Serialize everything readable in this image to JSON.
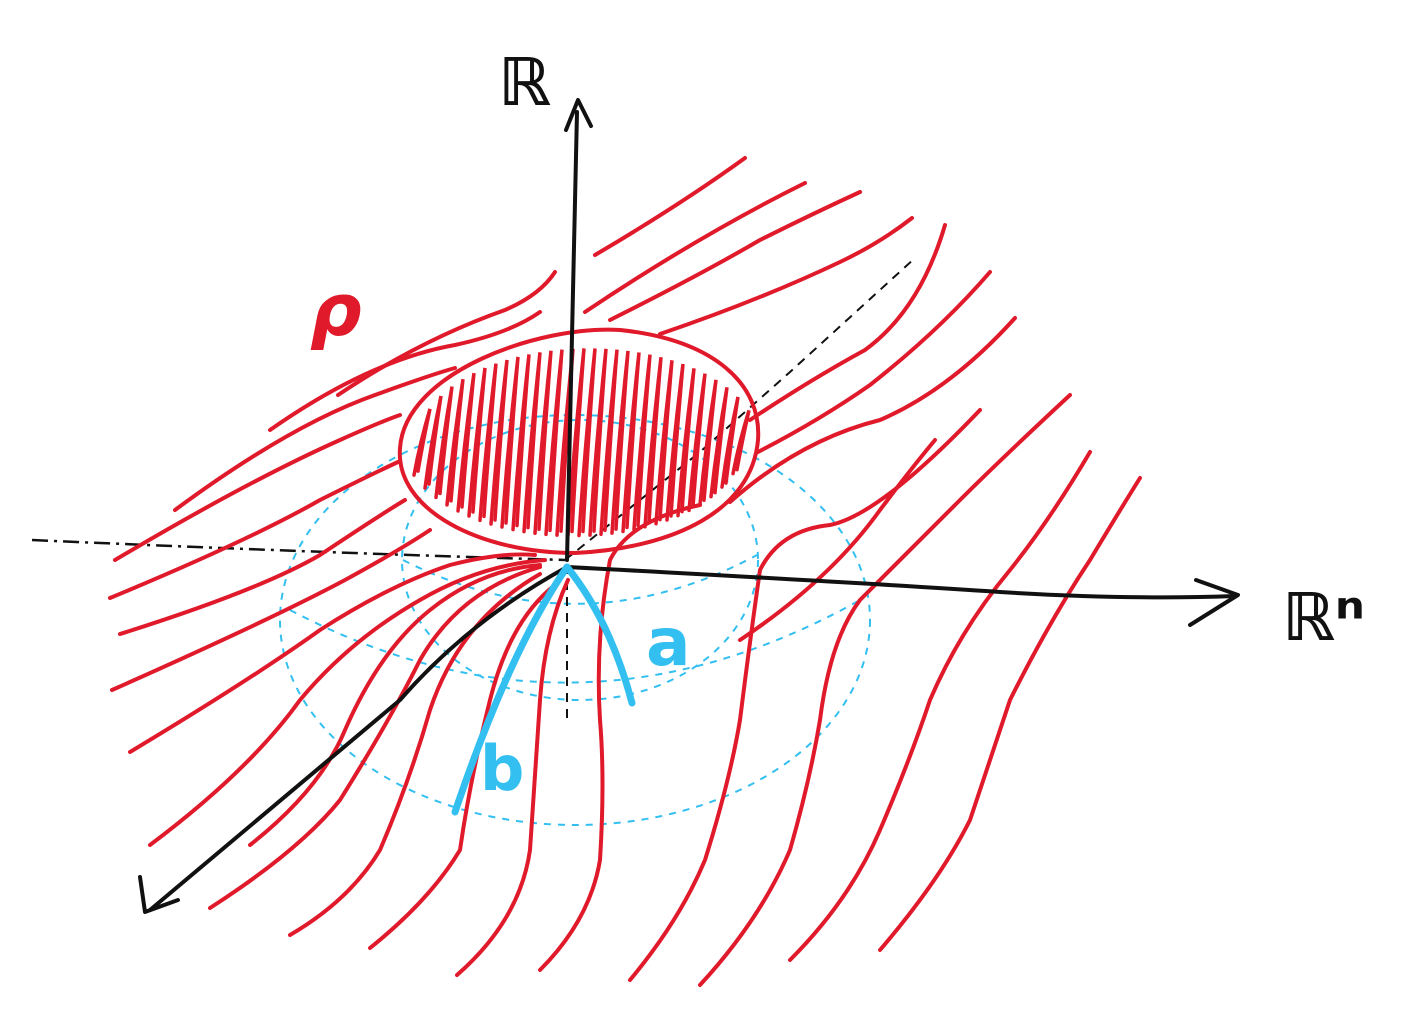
{
  "labels": {
    "vertical_axis": "ℝ",
    "horizontal_axis": "ℝⁿ",
    "field": "ρ",
    "inner_radius": "a",
    "outer_radius": "b"
  },
  "colors": {
    "field_lines": "#e01a2b",
    "blob_fill": "#e01a2b",
    "axes": "#111111",
    "radii": "#33bff0",
    "background": "#ffffff"
  }
}
